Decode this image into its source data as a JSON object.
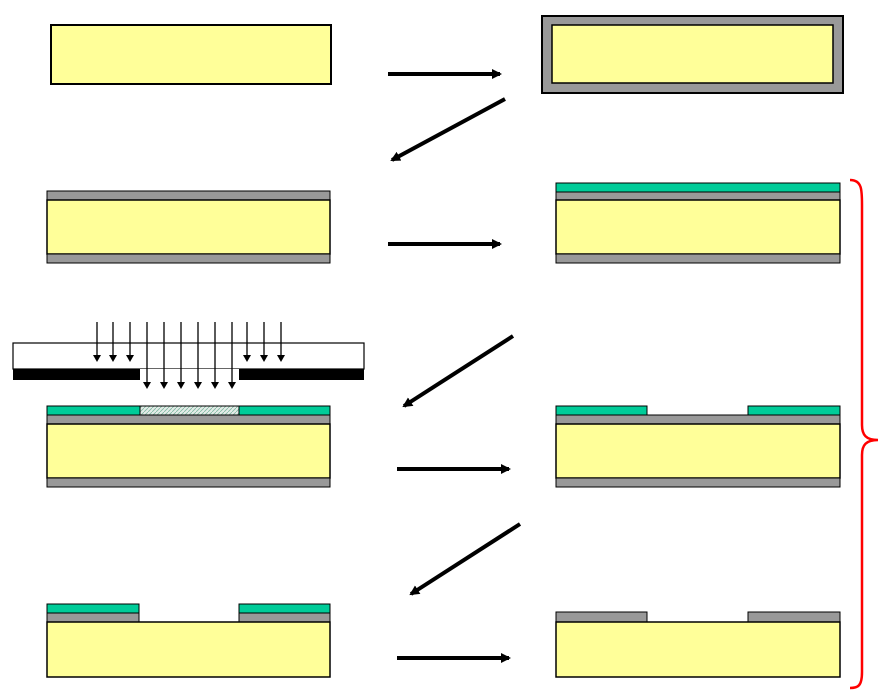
{
  "diagram": {
    "kind": "wafer-process-flow",
    "steps": [
      {
        "id": "bare-wafer",
        "layers": [
          "substrate"
        ]
      },
      {
        "id": "oxidized-wafer-full-coat",
        "layers": [
          "substrate",
          "oxide-all-around"
        ]
      },
      {
        "id": "oxide-top-bottom",
        "layers": [
          "oxide",
          "substrate",
          "oxide"
        ]
      },
      {
        "id": "photoresist-applied",
        "layers": [
          "photoresist",
          "oxide",
          "substrate",
          "oxide"
        ]
      },
      {
        "id": "uv-exposure-through-mask",
        "layers": [
          "mask",
          "photoresist-exposed-center",
          "oxide",
          "substrate",
          "oxide"
        ]
      },
      {
        "id": "resist-developed",
        "layers": [
          "photoresist-opening",
          "oxide",
          "substrate",
          "oxide"
        ]
      },
      {
        "id": "oxide-etched",
        "layers": [
          "photoresist-opening",
          "oxide-opening",
          "substrate"
        ]
      },
      {
        "id": "resist-stripped",
        "layers": [
          "oxide-opening",
          "substrate"
        ]
      }
    ],
    "brace_group": "repeated-lithography-steps"
  },
  "colors": {
    "substrate": "#ffff99",
    "oxide": "#999999",
    "photoresist": "#00cc99",
    "exposed_resist": "#dfe9e4",
    "mask_chrome": "#000000",
    "arrow": "#000000",
    "brace": "#ff0000",
    "outline": "#000000"
  }
}
